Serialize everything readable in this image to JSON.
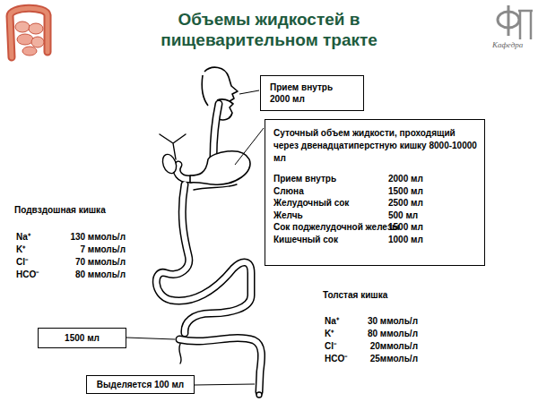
{
  "diagram": {
    "title": "Объемы жидкостей в пищеварительном тракте",
    "nodes": [
      {
        "text": [
          "Прием внутрь 2000 мл"
        ]
      },
      {
        "text": [
          "Суточный объем жидкости, проходящий через двенадцатиперстную кишку 8000-10000 мл",
          "Прием внутрь",
          "2000 мл",
          "Слюна",
          "1500 мл",
          "Желудочный сок",
          "2500 мл",
          "Желчь",
          "500 мл",
          "Сок поджелудочной железы",
          "1500 мл",
          "Кишечный сок",
          "1000 мл"
        ]
      },
      {
        "text": [
          "1500 мл"
        ]
      },
      {
        "text": [
          "Выделяется 100 мл"
        ]
      }
    ],
    "labels": [
      "Кафедра",
      "Подвздошная кишка",
      "Na⁺",
      "130 ммоль/л",
      "K⁺",
      "7 ммоль/л",
      "Cl⁻",
      "70 ммоль/л",
      "HCO⁻",
      "80 ммоль/л",
      "Толстая кишка",
      "Na⁺",
      "30 ммоль/л",
      "K⁺",
      "80 ммоль/л",
      "Cl⁻",
      "20ммоль/л",
      "HCO⁻",
      "25ммоль/л"
    ]
  }
}
